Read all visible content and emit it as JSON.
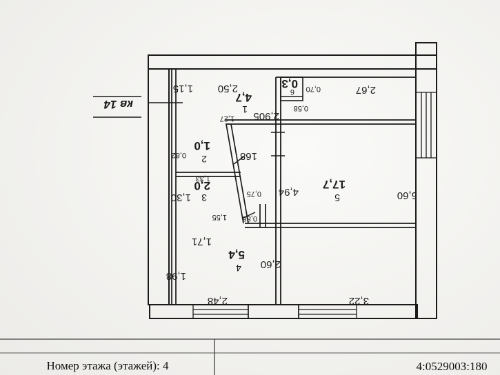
{
  "apartment_label": "кв 14",
  "rooms": [
    {
      "id": "1",
      "number": "1",
      "area": "4,7"
    },
    {
      "id": "2",
      "number": "2",
      "area": "1,0"
    },
    {
      "id": "3",
      "number": "3",
      "area": "2,0"
    },
    {
      "id": "4",
      "number": "4",
      "area": "5,4"
    },
    {
      "id": "5",
      "number": "5",
      "area": "17,7"
    },
    {
      "id": "6",
      "number": "6",
      "area": "0,3"
    }
  ],
  "dimensions": {
    "d_1_15": "1,15",
    "d_2_50": "2,50",
    "d_1_27": "1,27",
    "d_0_82": "0,82",
    "d_1_33": "1,33",
    "d_1_30": "1,30",
    "d_1_55": "1,55",
    "d_1_71": "1,71",
    "d_1_98": "1,98",
    "d_2_48": "2,48",
    "d_168": "168",
    "d_0_75": "0,75",
    "d_0_88": "0,88",
    "d_2_905": "2,905",
    "d_0_58": "0,58",
    "d_0_70": "0,70",
    "d_2_67": "2,67",
    "d_4_94": "4,94",
    "d_2_60": "2,60",
    "d_5_60": "5,60",
    "d_3_22": "3,22"
  },
  "footer": {
    "floor_label": "Номер этажа (этажей): 4",
    "code": "4:052900З:180"
  }
}
